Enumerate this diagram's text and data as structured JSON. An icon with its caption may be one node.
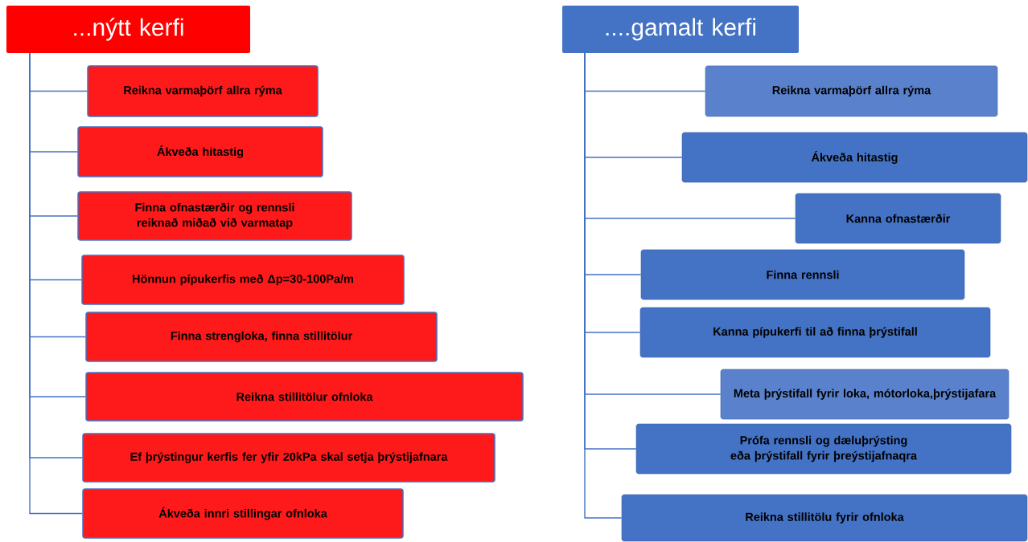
{
  "diagram": {
    "nodes": [
      {
        "text": [
          "...nýtt kerfi"
        ]
      },
      {
        "text": [
          "Reikna varmaþörf allra rýma"
        ]
      },
      {
        "text": [
          "Ákveða hitastig"
        ]
      },
      {
        "text": [
          "Finna ofnastærðir og rennsli reiknað miðað við varmatap"
        ]
      },
      {
        "text": [
          "Hönnun pípukerfis með Δp=30-100Pa/m"
        ]
      },
      {
        "text": [
          "Finna strengloka, finna stillitölur"
        ]
      },
      {
        "text": [
          "Reikna stillitölur ofnloka"
        ]
      },
      {
        "text": [
          "Ef þrýstingur kerfis fer yfir 20kPa skal setja þrýstijafnara"
        ]
      },
      {
        "text": [
          "Ákveða innri stillingar ofnloka"
        ]
      },
      {
        "text": [
          "....gamalt kerfi"
        ]
      },
      {
        "text": [
          "Reikna varmaþörf allra rýma"
        ]
      },
      {
        "text": [
          "Ákveða hitastig"
        ]
      },
      {
        "text": [
          "Kanna ofnastærðir"
        ]
      },
      {
        "text": [
          "Finna rennsli"
        ]
      },
      {
        "text": [
          "Kanna pípukerfi til að finna þrýstifall"
        ]
      },
      {
        "text": [
          "Meta þrýstifall fyrir loka, mótorloka,þrýstijafara"
        ]
      },
      {
        "text": [
          "Prófa rennsli og dæluþrýsting eða þrýstifall fyrir þreýstijafnaqra"
        ]
      },
      {
        "text": [
          "Reikna stillitölu fyrir ofnloka"
        ]
      }
    ],
    "edges": [
      {
        "from": 0,
        "to": 1,
        "arrow": "none"
      },
      {
        "from": 0,
        "to": 2,
        "arrow": "none"
      },
      {
        "from": 0,
        "to": 3,
        "arrow": "none"
      },
      {
        "from": 0,
        "to": 4,
        "arrow": "none"
      },
      {
        "from": 0,
        "to": 5,
        "arrow": "none"
      },
      {
        "from": 0,
        "to": 6,
        "arrow": "none"
      },
      {
        "from": 0,
        "to": 7,
        "arrow": "none"
      },
      {
        "from": 0,
        "to": 8,
        "arrow": "none"
      },
      {
        "from": 9,
        "to": 10,
        "arrow": "none"
      },
      {
        "from": 9,
        "to": 11,
        "arrow": "none"
      },
      {
        "from": 9,
        "to": 12,
        "arrow": "none"
      },
      {
        "from": 9,
        "to": 13,
        "arrow": "none"
      },
      {
        "from": 9,
        "to": 14,
        "arrow": "none"
      },
      {
        "from": 9,
        "to": 15,
        "arrow": "none"
      },
      {
        "from": 9,
        "to": 16,
        "arrow": "none"
      },
      {
        "from": 9,
        "to": 17,
        "arrow": "none"
      }
    ]
  }
}
